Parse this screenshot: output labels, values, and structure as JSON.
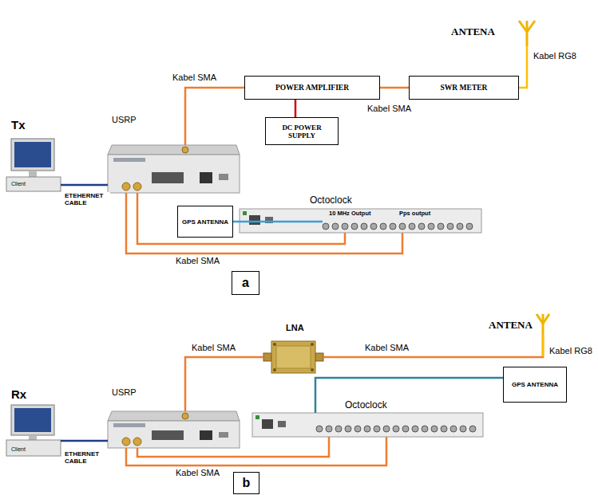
{
  "diagram": {
    "nodes": [
      {
        "text": [
          "ANTENA"
        ]
      },
      {
        "text": [
          "POWER AMPLIFIER"
        ]
      },
      {
        "text": [
          "SWR METER"
        ]
      },
      {
        "text": [
          "DC POWER SUPPLY"
        ]
      },
      {
        "text": [
          "USRP"
        ]
      },
      {
        "text": [
          "Client"
        ]
      },
      {
        "text": [
          "Octoclock",
          "10 MHz Output",
          "Pps output"
        ]
      },
      {
        "text": [
          "GPS ANTENNA"
        ]
      },
      {
        "text": [
          "a"
        ]
      },
      {
        "text": [
          "ANTENA"
        ]
      },
      {
        "text": [
          "LNA"
        ]
      },
      {
        "text": [
          "USRP"
        ]
      },
      {
        "text": [
          "Client"
        ]
      },
      {
        "text": [
          "Octoclock"
        ]
      },
      {
        "text": [
          "GPS ANTENNA"
        ]
      },
      {
        "text": [
          "b"
        ]
      }
    ],
    "edges": [
      {
        "from": 5,
        "to": 4,
        "arrow": "none",
        "label": "ETEHERNET CABLE"
      },
      {
        "from": 4,
        "to": 1,
        "arrow": "none",
        "label": "Kabel SMA"
      },
      {
        "from": 1,
        "to": 2,
        "arrow": "none",
        "label": "Kabel SMA"
      },
      {
        "from": 2,
        "to": 0,
        "arrow": "none"
      },
      {
        "from": 3,
        "to": 1,
        "arrow": "none"
      },
      {
        "from": 7,
        "to": 6,
        "arrow": "none"
      },
      {
        "from": 6,
        "to": 4,
        "arrow": "none",
        "label": "Kabel SMA"
      },
      {
        "from": 6,
        "to": 4,
        "arrow": "none"
      },
      {
        "from": 12,
        "to": 11,
        "arrow": "none",
        "label": "ETHERNET CABLE"
      },
      {
        "from": 11,
        "to": 10,
        "arrow": "none",
        "label": "Kabel SMA"
      },
      {
        "from": 10,
        "to": 9,
        "arrow": "none",
        "label": "Kabel SMA"
      },
      {
        "from": 14,
        "to": 13,
        "arrow": "none"
      },
      {
        "from": 13,
        "to": 11,
        "arrow": "none",
        "label": "Kabel SMA"
      },
      {
        "from": 13,
        "to": 11,
        "arrow": "none"
      }
    ],
    "labels": [
      "Kabel RG8",
      "Tx",
      "Kabel RG8",
      "Rx"
    ]
  }
}
